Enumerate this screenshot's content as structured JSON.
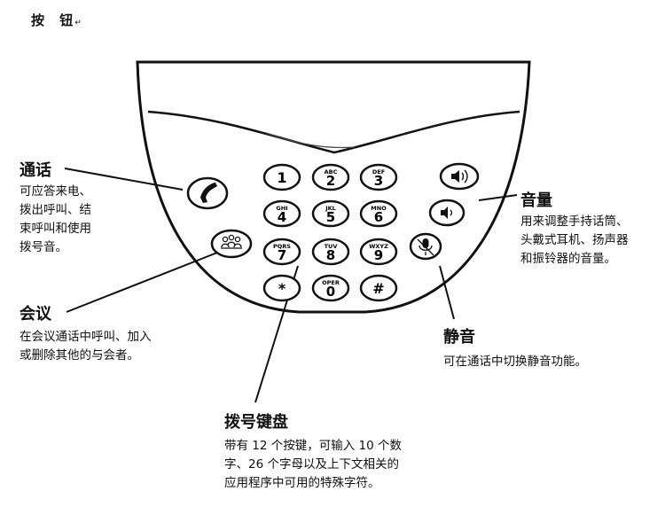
{
  "header": {
    "title": "按 钮",
    "return_mark": "↵"
  },
  "labels": {
    "call": {
      "title": "通话",
      "lines": [
        "可应答来电、",
        "拨出呼叫、结",
        "束呼叫和使用",
        "拨号音。"
      ]
    },
    "conference": {
      "title": "会议",
      "lines": [
        "在会议通话中呼叫、加入",
        "或删除其他的与会者。"
      ]
    },
    "volume": {
      "title": "音量",
      "lines": [
        "用来调整手持话筒、",
        "头戴式耳机、扬声器",
        "和振铃器的音量。"
      ]
    },
    "mute": {
      "title": "静音",
      "lines": [
        "可在通话中切换静音功能。"
      ]
    },
    "keypad": {
      "title": "拨号键盘",
      "lines": [
        "带有 12 个按键，可输入 10 个数",
        "字、26 个字母以及上下文相关的",
        "应用程序中可用的特殊字符。"
      ]
    }
  },
  "keypad": {
    "keys": [
      {
        "digit": "1",
        "letters": ""
      },
      {
        "digit": "2",
        "letters": "ABC"
      },
      {
        "digit": "3",
        "letters": "DEF"
      },
      {
        "digit": "4",
        "letters": "GHI"
      },
      {
        "digit": "5",
        "letters": "JKL"
      },
      {
        "digit": "6",
        "letters": "MNO"
      },
      {
        "digit": "7",
        "letters": "PQRS"
      },
      {
        "digit": "8",
        "letters": "TUV"
      },
      {
        "digit": "9",
        "letters": "WXYZ"
      },
      {
        "digit": "*",
        "letters": ""
      },
      {
        "digit": "0",
        "letters": "OPER"
      },
      {
        "digit": "#",
        "letters": ""
      }
    ]
  },
  "icons": {
    "call": "phone-handset-icon",
    "conference": "people-group-icon",
    "volume_up": "speaker-loud-icon",
    "volume_down": "speaker-soft-icon",
    "mute": "microphone-muted-icon"
  }
}
